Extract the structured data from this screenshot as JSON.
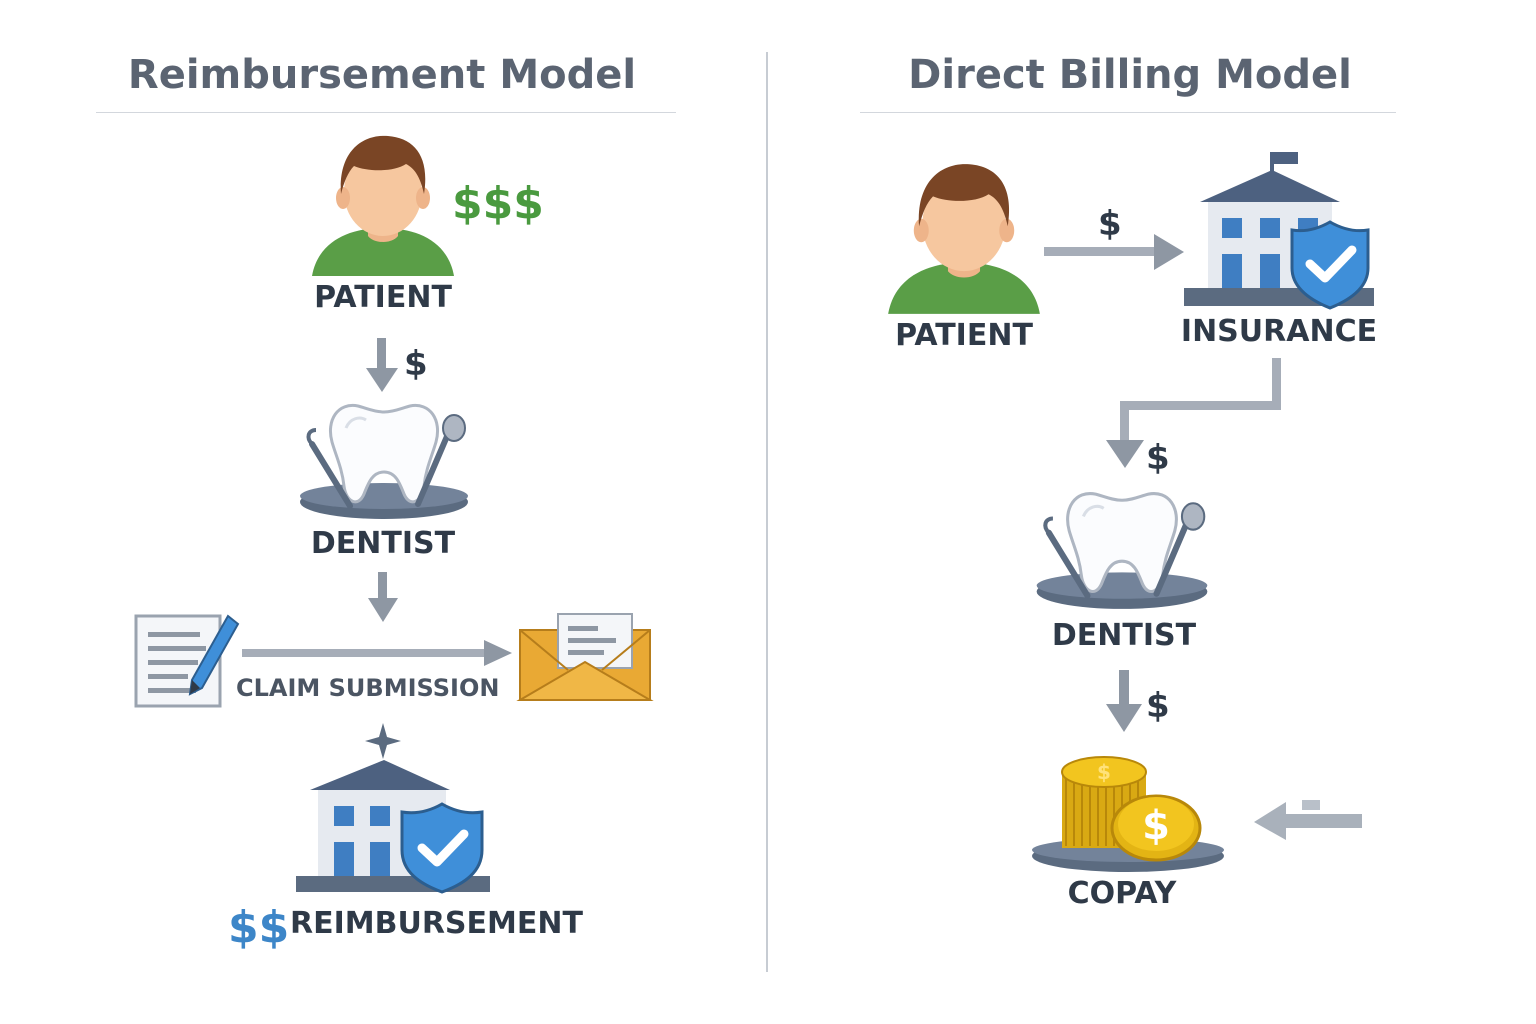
{
  "left": {
    "title": "Reimbursement Model",
    "patient_label": "PATIENT",
    "patient_money": "$$$",
    "pay_arrow_label": "$",
    "dentist_label": "DENTIST",
    "claim_label": "CLAIM SUBMISSION",
    "reimb_money": "$$",
    "reimb_label": "REIMBURSEMENT"
  },
  "right": {
    "title": "Direct Billing Model",
    "patient_label": "PATIENT",
    "patient_arrow_label": "$",
    "insurance_label": "INSURANCE",
    "insurance_arrow_label": "$",
    "dentist_label": "DENTIST",
    "dentist_arrow_label": "$",
    "copay_label": "COPAY"
  },
  "colors": {
    "title": "#5b6472",
    "label": "#2f3a48",
    "money_green": "#4a9a3f",
    "money_blue": "#3d86c8",
    "arrow": "#8e97a3",
    "shirt": "#5a9e47",
    "hair": "#7a4525",
    "skin": "#f6c79f",
    "shield": "#3f8fd9",
    "envelope": "#e9a934",
    "coin": "#f2c51f",
    "base": "#5b6b80"
  }
}
